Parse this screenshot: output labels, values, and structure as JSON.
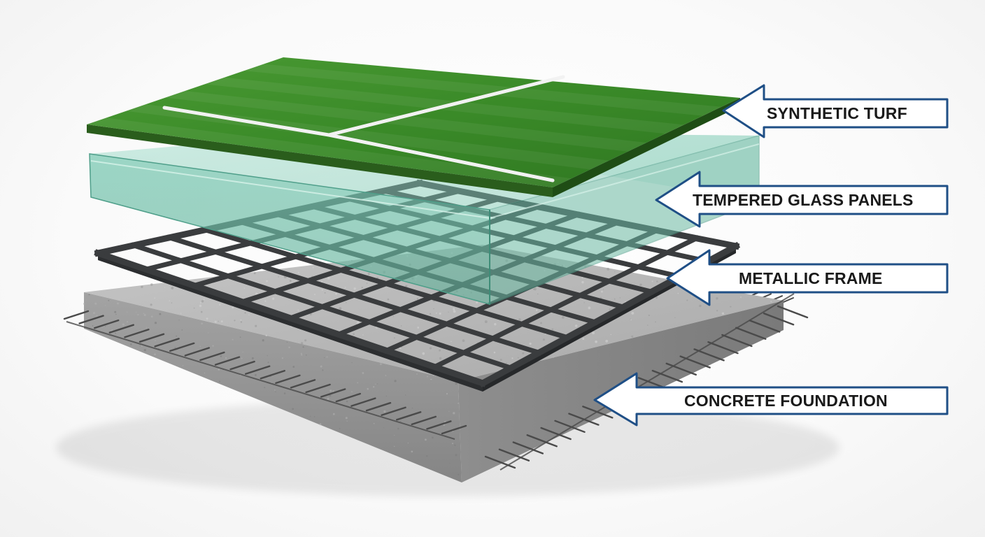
{
  "layers": [
    {
      "id": "synthetic-turf",
      "label": "SYNTHETIC TURF"
    },
    {
      "id": "tempered-glass-panels",
      "label": "TEMPERED GLASS PANELS"
    },
    {
      "id": "metallic-frame",
      "label": "METALLIC FRAME"
    },
    {
      "id": "concrete-foundation",
      "label": "CONCRETE FOUNDATION"
    }
  ],
  "colors": {
    "callout_border": "#1f4f86",
    "callout_fill": "#ffffff",
    "turf": "#3f8f2c",
    "turf_dark": "#2e7020",
    "turf_line": "#f2f2f2",
    "glass": "#7fcdb8",
    "glass_edge": "#4f9f8a",
    "frame": "#3a3c3e",
    "concrete": "#b9b9b9",
    "concrete_side": "#8f8f8f",
    "rebar": "#4a4a4a"
  }
}
